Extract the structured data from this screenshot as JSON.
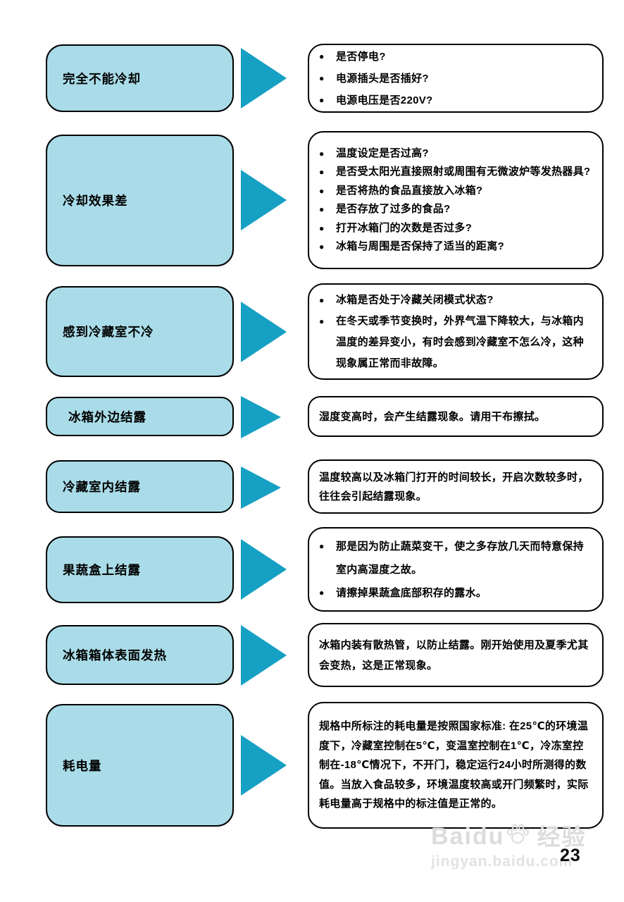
{
  "page": {
    "number": "23"
  },
  "icons": {
    "bullet": "●"
  },
  "colors": {
    "problem_box_fill": "#a9dce8",
    "arrow": "#16a0c3",
    "border": "#000000",
    "watermark": "#dcdcdc"
  },
  "watermark": {
    "brand": "Baidu",
    "badge": "经验",
    "url": "jingyan.baidu.com",
    "paw_icon": "baidu-paw"
  },
  "rows": [
    {
      "label": "完全不能冷却",
      "bulleted": true,
      "answers": [
        "是否停电?",
        "电源插头是否插好?",
        "电源电压是否220V?"
      ]
    },
    {
      "label": "冷却效果差",
      "bulleted": true,
      "answers": [
        "温度设定是否过高?",
        "是否受太阳光直接照射或周围有无微波炉等发热器具?",
        "是否将热的食品直接放入冰箱?",
        "是否存放了过多的食品?",
        "打开冰箱门的次数是否过多?",
        "冰箱与周围是否保持了适当的距离?"
      ]
    },
    {
      "label": "感到冷藏室不冷",
      "bulleted": true,
      "answers": [
        "冰箱是否处于冷藏关闭模式状态?",
        "在冬天或季节变换时，外界气温下降较大，与冰箱内温度的差异变小，有时会感到冷藏室不怎么冷，这种现象属正常而非故障。"
      ]
    },
    {
      "label": "冰箱外边结露",
      "bulleted": false,
      "answers": [
        "湿度变高时，会产生结露现象。请用干布擦拭。"
      ]
    },
    {
      "label": "冷藏室内结露",
      "bulleted": false,
      "answers": [
        "温度较高以及冰箱门打开的时间较长，开启次数较多时，往往会引起结露现象。"
      ]
    },
    {
      "label": "果蔬盒上结露",
      "bulleted": true,
      "answers": [
        "那是因为防止蔬菜变干，使之多存放几天而特意保持室内高湿度之故。",
        "请擦掉果蔬盒底部积存的露水。"
      ]
    },
    {
      "label": "冰箱箱体表面发热",
      "bulleted": false,
      "answers": [
        "冰箱内装有散热管，以防止结露。刚开始使用及夏季尤其会变热，这是正常现象。"
      ]
    },
    {
      "label": "耗电量",
      "bulleted": false,
      "answers": [
        "规格中所标注的耗电量是按照国家标准: 在25℃的环境温度下，冷藏室控制在5℃，变温室控制在1℃，冷冻室控制在-18℃情况下，不开门，稳定运行24小时所测得的数值。当放入食品较多，环境温度较高或开门频繁时，实际耗电量高于规格中的标注值是正常的。"
      ]
    }
  ]
}
